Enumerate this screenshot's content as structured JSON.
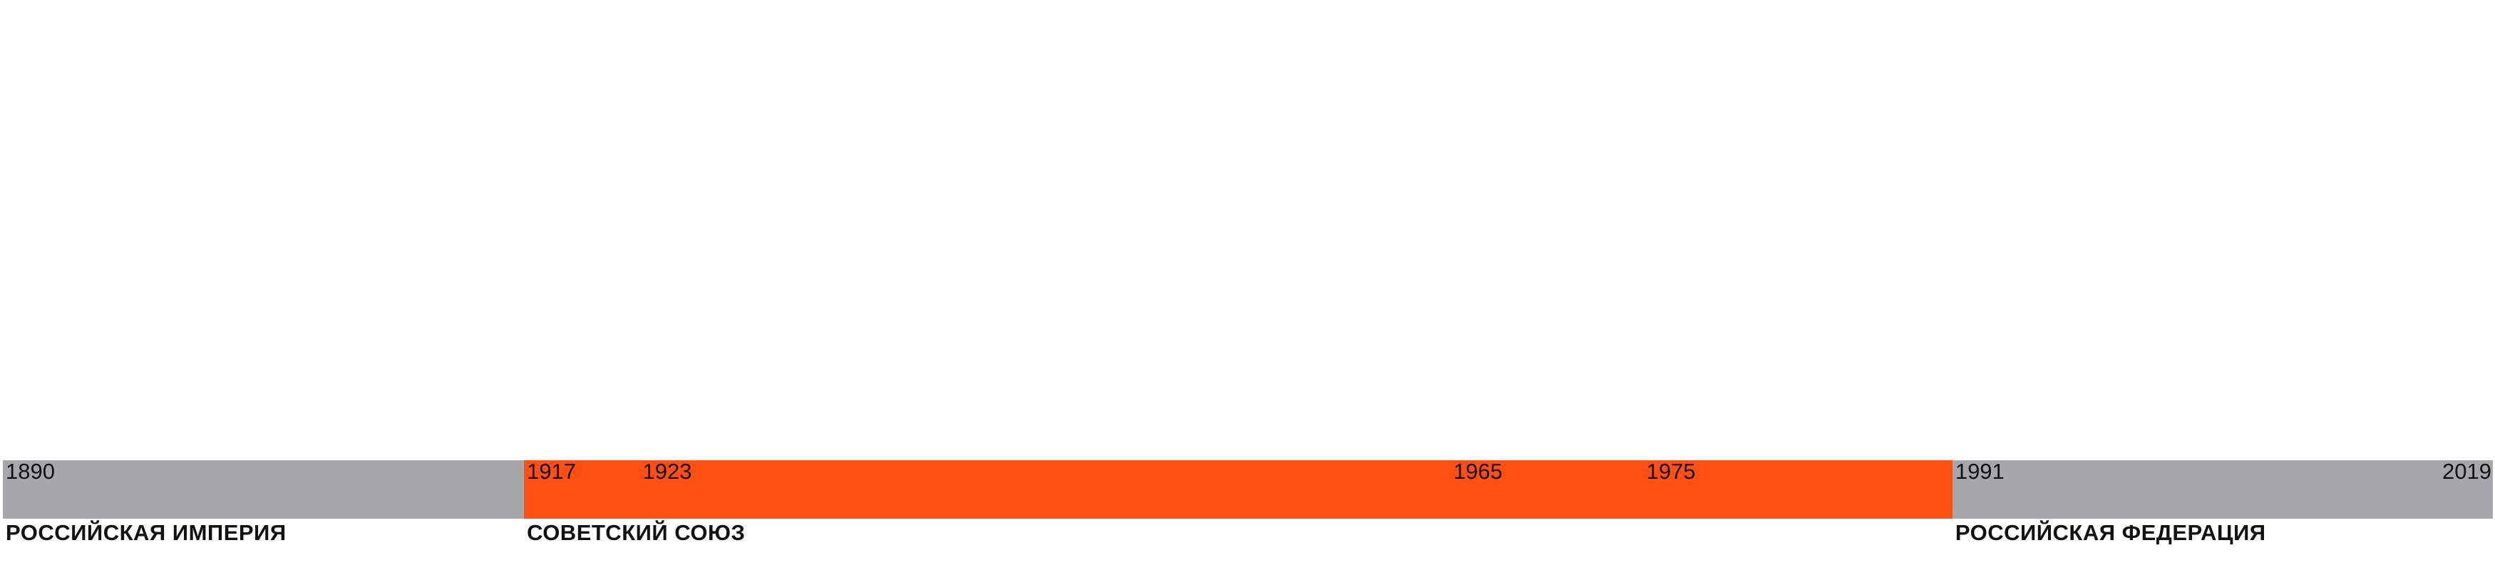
{
  "timeline": {
    "start_year": 1890,
    "end_year": 2019,
    "periods": [
      {
        "id": "russian-empire",
        "label": "РОССИЙСКАЯ ИМПЕРИЯ",
        "start": 1890,
        "end": 1917,
        "color": "#a6a7ab"
      },
      {
        "id": "soviet-union",
        "label": "СОВЕТСКИЙ СОЮЗ",
        "start": 1917,
        "end": 1991,
        "color": "#ff5013"
      },
      {
        "id": "russian-federation",
        "label": "РОССИЙСКАЯ ФЕДЕРАЦИЯ",
        "start": 1991,
        "end": 2019,
        "color": "#a6a7ab"
      }
    ],
    "year_labels": [
      {
        "text": "1890",
        "year": 1890,
        "align": "start"
      },
      {
        "text": "1917",
        "year": 1917,
        "align": "start"
      },
      {
        "text": "1923",
        "year": 1923,
        "align": "start"
      },
      {
        "text": "1965",
        "year": 1965,
        "align": "start"
      },
      {
        "text": "1975",
        "year": 1975,
        "align": "start"
      },
      {
        "text": "1991",
        "year": 1991,
        "align": "start"
      },
      {
        "text": "2019",
        "year": 2019,
        "align": "end"
      }
    ]
  }
}
